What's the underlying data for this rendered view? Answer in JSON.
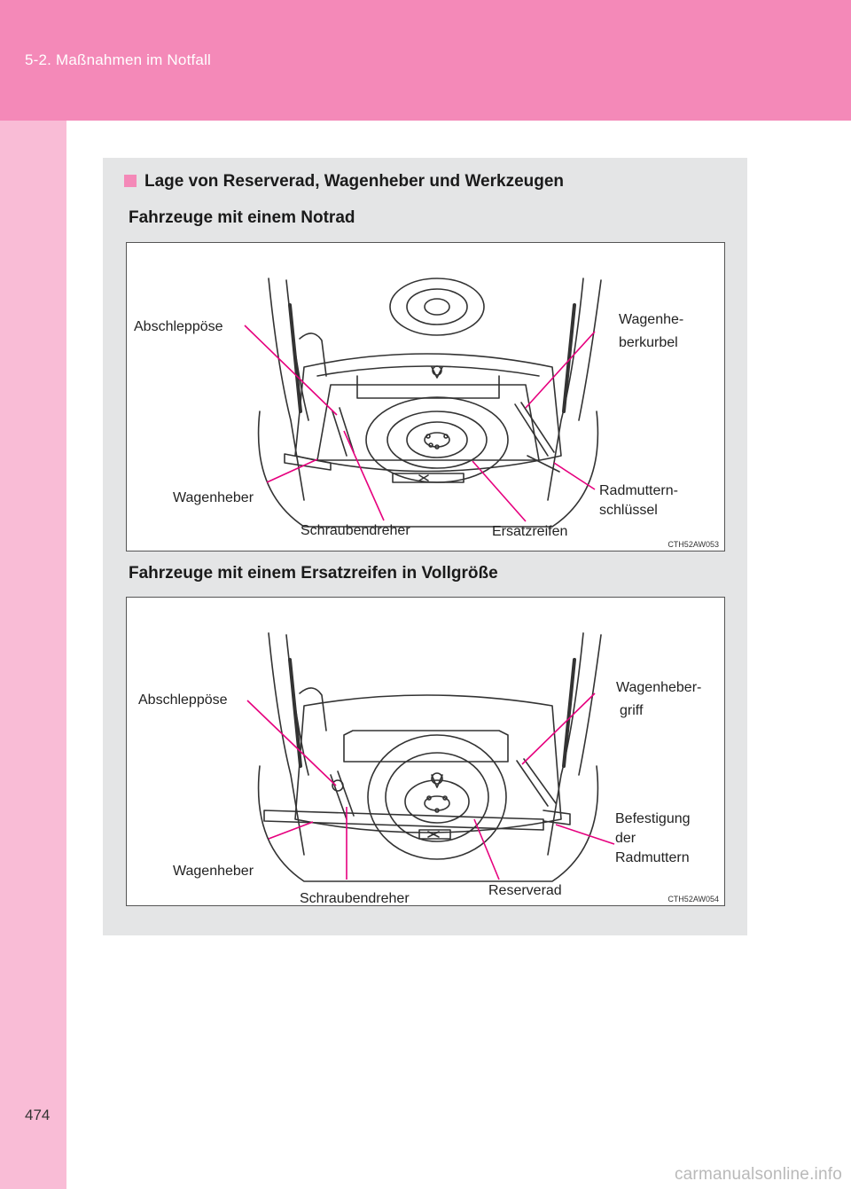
{
  "header": {
    "section_title": "5-2. Maßnahmen im Notfall"
  },
  "page_number": "474",
  "watermark": "carmanualsonline.info",
  "section": {
    "heading": "Lage von Reserverad, Wagenheber und Werkzeugen",
    "figure1": {
      "subheading": "Fahrzeuge mit einem Notrad",
      "code": "CTH52AW053",
      "labels": {
        "abschleppoese": "Abschleppöse",
        "kurbel_line1": "Wagenhe-",
        "kurbel_line2": "berkurbel",
        "wagenheber": "Wagenheber",
        "schraubendreher": "Schraubendreher",
        "reifen": "Ersatzreifen",
        "schluessel_line1": "Radmuttern-",
        "schluessel_line2": "schlüssel"
      }
    },
    "figure2": {
      "subheading": "Fahrzeuge mit einem Ersatzreifen in Vollgröße",
      "code": "CTH52AW054",
      "labels": {
        "abschleppoese": "Abschleppöse",
        "griff_line1": "Wagenheber-",
        "griff_line2": "griff",
        "wagenheber": "Wagenheber",
        "schraubendreher": "Schraubendreher",
        "reifen": "Reserverad",
        "befestigung_line1": "Befestigung",
        "befestigung_line2": "der",
        "befestigung_line3": "Radmuttern"
      }
    }
  },
  "colors": {
    "header_pink": "#f489b8",
    "sidebar_pink": "#f9bcd6",
    "panel_gray": "#e4e5e6",
    "leader_magenta": "#e6007e"
  }
}
